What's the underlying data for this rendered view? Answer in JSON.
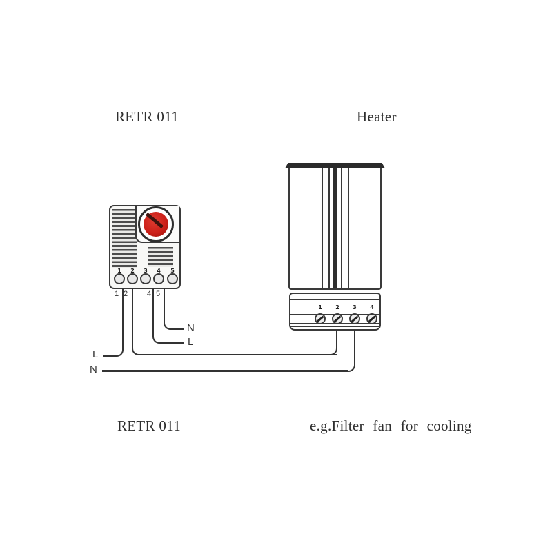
{
  "title_labels": {
    "top_left": "RETR 011",
    "top_right": "Heater",
    "bottom_left": "RETR 011",
    "bottom_right": "e.g.Filter fan for cooling"
  },
  "thermostat": {
    "terminal_numbers": [
      "1",
      "2",
      "3",
      "4",
      "5"
    ],
    "wire_terminal_numbers": [
      "1",
      "2",
      "4",
      "5"
    ]
  },
  "heater": {
    "terminal_numbers": [
      "1",
      "2",
      "3",
      "4"
    ]
  },
  "wiring": {
    "stub_terminal5": "N",
    "stub_terminal4": "L",
    "supply_line": "L",
    "supply_neutral": "N"
  },
  "icons": {
    "dial_knob": "red-circular-dial-with-slot",
    "screw_terminal": "slotted-screw-circle"
  },
  "colors": {
    "background": "#ffffff",
    "line": "#333333",
    "device_outline": "#3a3a3a",
    "knob_red": "#cc2019",
    "text": "#2f2f2f",
    "vent": "#4d4d4d"
  }
}
